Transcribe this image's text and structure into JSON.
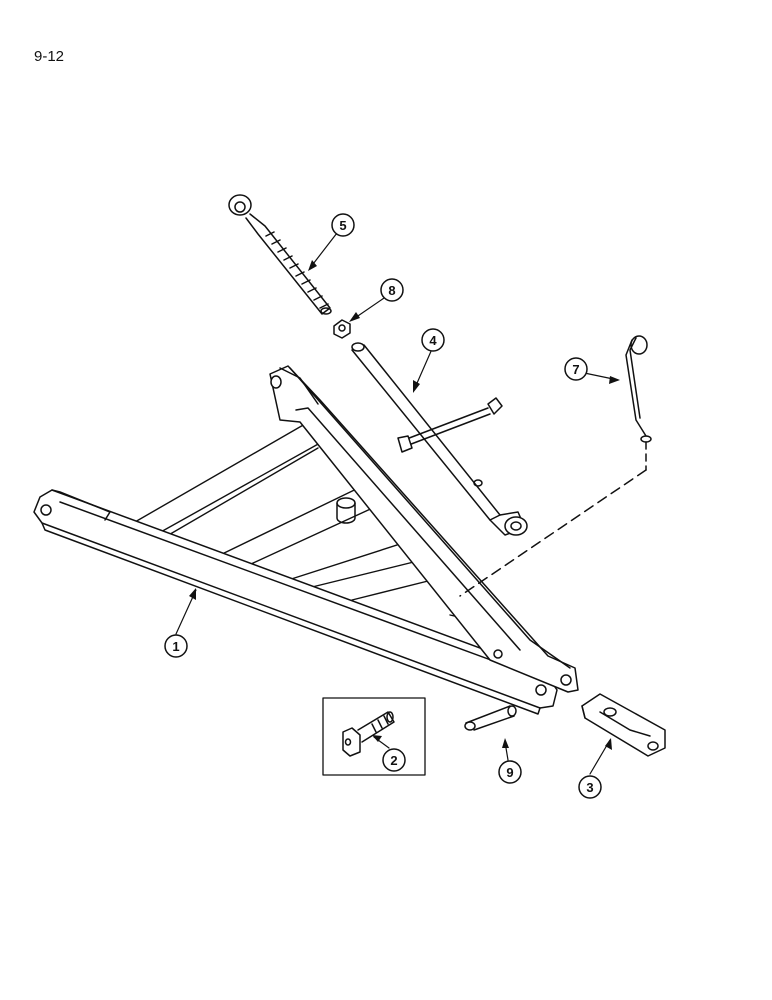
{
  "page": {
    "label": "9-12"
  },
  "callouts": {
    "c1": "1",
    "c2": "2",
    "c3": "3",
    "c4": "4",
    "c5": "5",
    "c7": "7",
    "c8": "8",
    "c9": "9"
  },
  "colors": {
    "line": "#111111",
    "background": "#ffffff"
  }
}
